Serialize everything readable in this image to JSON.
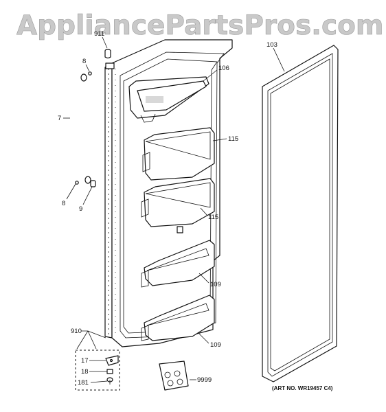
{
  "watermark": "AppliancePartsPros.com",
  "callouts": {
    "911": "911",
    "8_top": "8",
    "7": "7",
    "8_bottom": "8",
    "9": "9",
    "106": "106",
    "103": "103",
    "115_upper": "115",
    "115_lower": "115",
    "109_upper": "109",
    "109_lower": "109",
    "910": "910",
    "17": "17",
    "18": "18",
    "181": "181",
    "9999": "9999"
  },
  "art_number": "(ART NO. WR19457 C4)"
}
